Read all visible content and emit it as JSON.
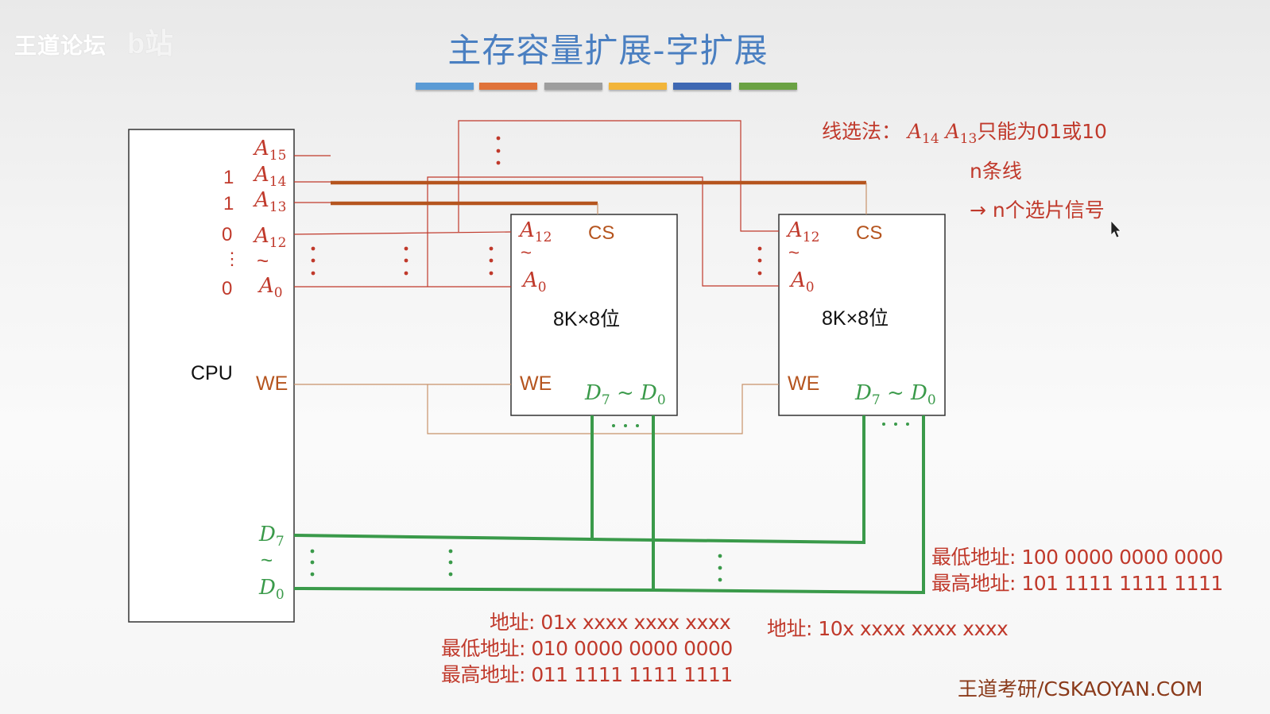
{
  "watermark": {
    "forum": "王道论坛",
    "logo": "b站"
  },
  "title": "主存容量扩展-字扩展",
  "color_bar": [
    "#5b9bd5",
    "#e0733a",
    "#9e9e9e",
    "#f2b53a",
    "#3e68b3",
    "#6aa243"
  ],
  "cpu": {
    "label": "CPU",
    "pins": {
      "a15": "A",
      "a15_sub": "15",
      "a14": "A",
      "a14_sub": "14",
      "a13": "A",
      "a13_sub": "13",
      "a12": "A",
      "a12_sub": "12",
      "tilde": "~",
      "a0": "A",
      "a0_sub": "0",
      "we": "WE",
      "d7": "D",
      "d7_sub": "7",
      "d0": "D",
      "d0_sub": "0"
    },
    "bit_values": {
      "a14": "1",
      "a13": "1",
      "a12": "0",
      "ellipsis": "⋮",
      "a0": "0"
    }
  },
  "chips": [
    {
      "a12": "A",
      "a12_sub": "12",
      "tilde": "~",
      "a0": "A",
      "a0_sub": "0",
      "cs": "CS",
      "capacity": "8K×8位",
      "we": "WE",
      "data": "D",
      "data_hi": "7",
      "data_sep": " ~ ",
      "data_lo": "0",
      "ellipsis": "···"
    },
    {
      "a12": "A",
      "a12_sub": "12",
      "tilde": "~",
      "a0": "A",
      "a0_sub": "0",
      "cs": "CS",
      "capacity": "8K×8位",
      "we": "WE",
      "data": "D",
      "data_hi": "7",
      "data_sep": " ~ ",
      "data_lo": "0",
      "ellipsis": "···"
    }
  ],
  "notes": {
    "method": "线选法：",
    "a14": "A",
    "a14_sub": "14",
    "a13": "A",
    "a13_sub": "13",
    "constraint": "只能为01或10",
    "n_lines": "n条线",
    "arrow": "→",
    "n_signals": "n个选片信号"
  },
  "chip1_addresses": {
    "address": "地址: 01x xxxx xxxx xxxx",
    "lowest": "最低地址: 010 0000 0000 0000",
    "highest": "最高地址: 011 1111 1111 1111"
  },
  "chip2_addresses": {
    "address": "地址: 10x xxxx xxxx xxxx",
    "lowest": "最低地址: 100 0000 0000 0000",
    "highest": "最高地址: 101 1111 1111 1111"
  },
  "footer": "王道考研/CSKAOYAN.COM",
  "colors": {
    "address": "#c0392b",
    "control": "#b5541e",
    "data": "#3a9a4a",
    "title": "#4a7fc1"
  }
}
